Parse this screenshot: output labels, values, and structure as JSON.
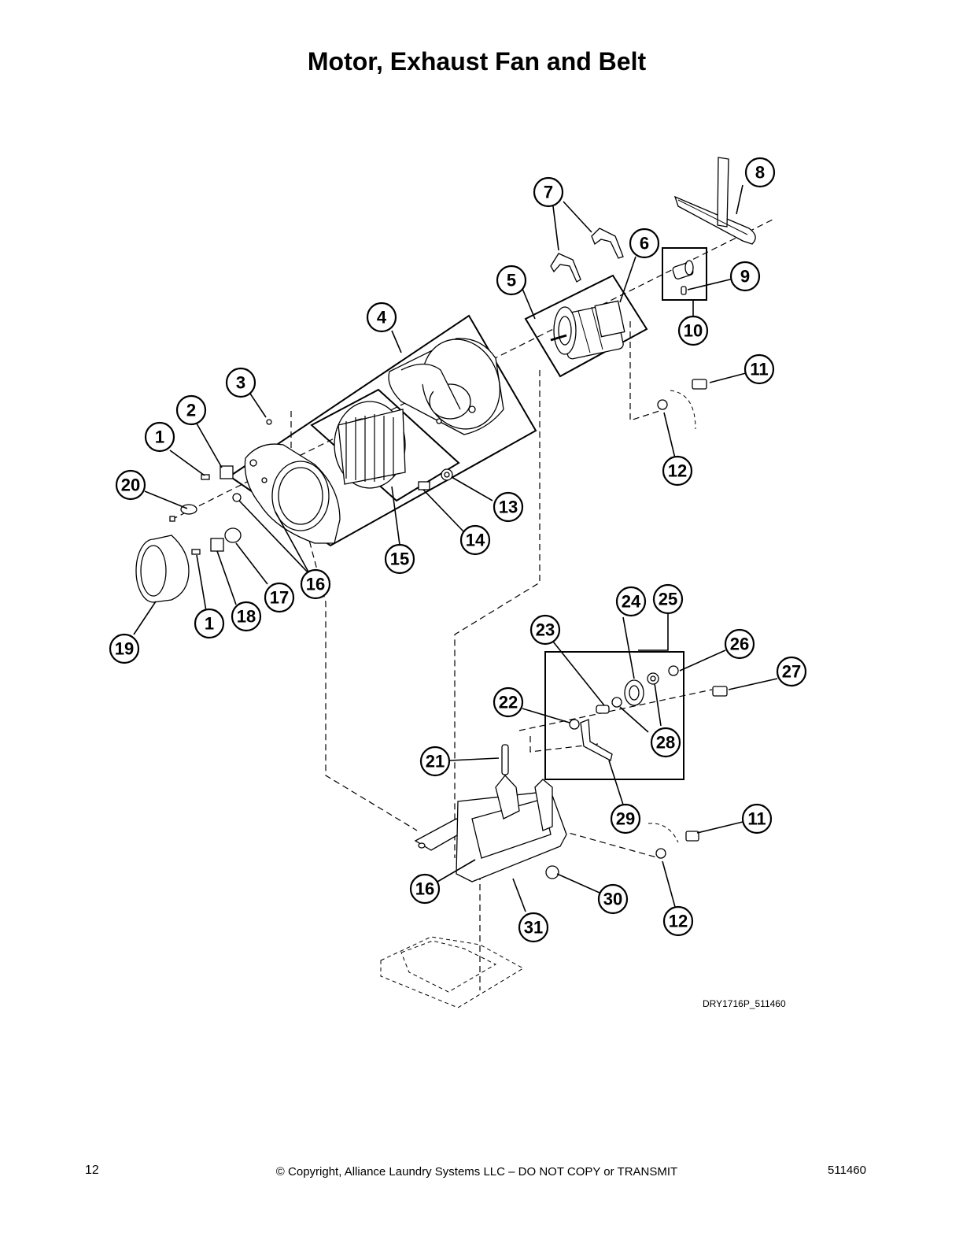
{
  "page": {
    "title": "Motor, Exhaust Fan and Belt",
    "figure_code": "DRY1716P_511460",
    "page_number": "12",
    "copyright": "© Copyright, Alliance Laundry Systems LLC – DO NOT COPY or TRANSMIT",
    "document_number": "511460"
  },
  "callouts": [
    "1",
    "2",
    "3",
    "4",
    "5",
    "6",
    "7",
    "8",
    "9",
    "10",
    "11",
    "12",
    "13",
    "14",
    "15",
    "16",
    "17",
    "18",
    "19",
    "20",
    "21",
    "22",
    "23",
    "24",
    "25",
    "26",
    "27",
    "28",
    "29",
    "30",
    "31"
  ]
}
